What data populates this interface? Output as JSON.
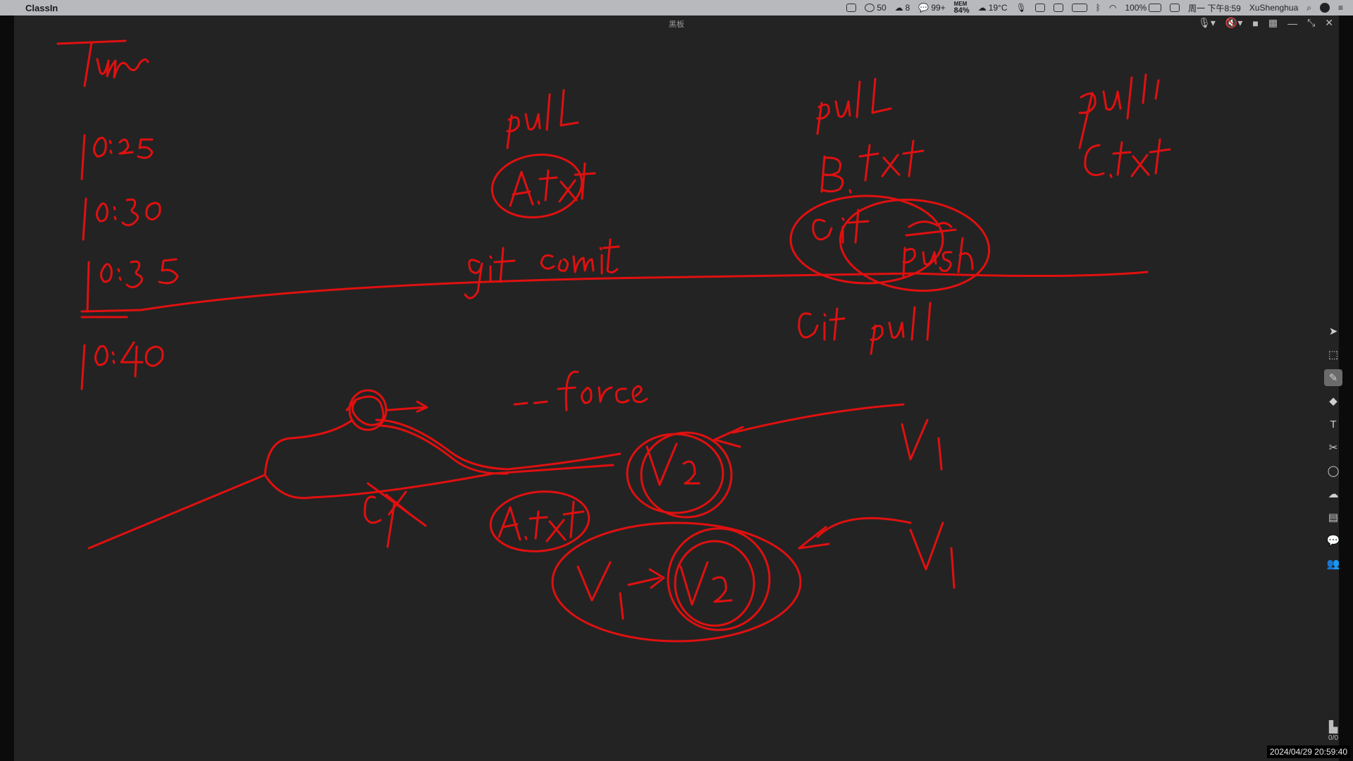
{
  "menubar": {
    "app_name": "ClassIn",
    "cpu_count": "50",
    "weather_count": "8",
    "wechat_badge": "99+",
    "mem_label": "MEM",
    "mem_value": "84%",
    "temp": "19°C",
    "battery": "100%",
    "datetime": "周一 下午8:59",
    "user": "XuShenghua"
  },
  "window": {
    "title": "黑板"
  },
  "whiteboard": {
    "ink_color": "#e01010",
    "handwriting": [
      "Time",
      "10:25",
      "10:30",
      "10:35",
      "10:40",
      "pull",
      "A.txt",
      "git commit",
      "pull",
      "B.txt",
      "Git push",
      "Git pull",
      "pull",
      "C.txt",
      "--force",
      "V1",
      "V2",
      "V1",
      "V1→V2",
      "A.txt"
    ]
  },
  "tools": {
    "icons": [
      "cursor-icon",
      "select-icon",
      "pen-icon",
      "eraser-icon",
      "text-icon",
      "scissors-icon",
      "shape-icon",
      "cloud-icon",
      "toolbox-icon",
      "chat-icon",
      "users-icon"
    ]
  },
  "page_counter": "0/0",
  "timestamp": "2024/04/29 20:59:40"
}
